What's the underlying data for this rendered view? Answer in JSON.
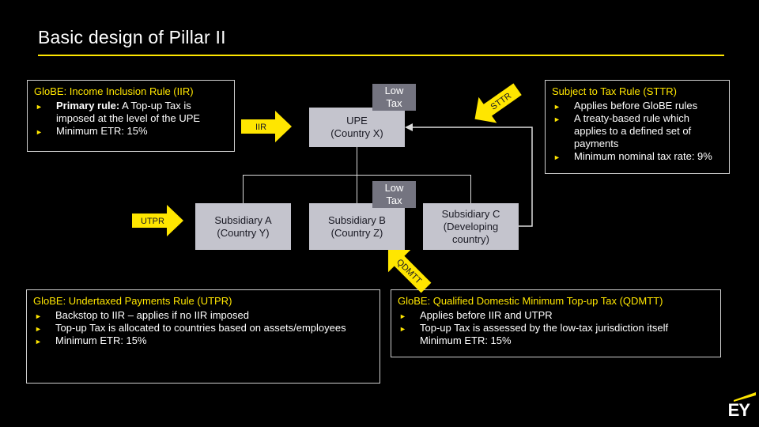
{
  "slide": {
    "title": "Basic design of Pillar II"
  },
  "iir": {
    "title": "GloBE: Income Inclusion Rule (IIR)",
    "items": [
      "Primary rule: A Top-up Tax is imposed at the level of the UPE",
      "Minimum ETR: 15%"
    ]
  },
  "sttr": {
    "title": "Subject to Tax Rule (STTR)",
    "items": [
      "Applies before GloBE rules",
      "A treaty-based rule which applies to a defined set of payments",
      "Minimum nominal tax rate: 9%"
    ]
  },
  "utpr": {
    "title": "GloBE: Undertaxed Payments Rule (UTPR)",
    "items": [
      "Backstop to IIR – applies if no IIR imposed",
      "Top-up Tax is allocated to countries based on assets/employees",
      "Minimum ETR: 15%"
    ]
  },
  "qdmtt": {
    "title": "GloBE: Qualified Domestic Minimum Top-up Tax (QDMTT)",
    "items": [
      "Applies before IIR and UTPR",
      "Top-up Tax is assessed by the low-tax jurisdiction itself",
      "Minimum ETR: 15%"
    ]
  },
  "diagram": {
    "upe": "UPE\n(Country X)",
    "sub_a": "Subsidiary A\n(Country Y)",
    "sub_b": "Subsidiary B\n(Country Z)",
    "sub_c": "Subsidiary C\n(Developing\ncountry)",
    "low_tax_1": "Low\nTax",
    "low_tax_2": "Low\nTax",
    "arrow_iir": "IIR",
    "arrow_utpr": "UTPR",
    "arrow_sttr": "STTR",
    "arrow_qdmtt": "QDMTT"
  },
  "brand": {
    "logo_text": "EY"
  },
  "colors": {
    "accent": "#ffe600",
    "box": "#c4c4cd",
    "low_tax": "#747480",
    "background": "#000000"
  }
}
